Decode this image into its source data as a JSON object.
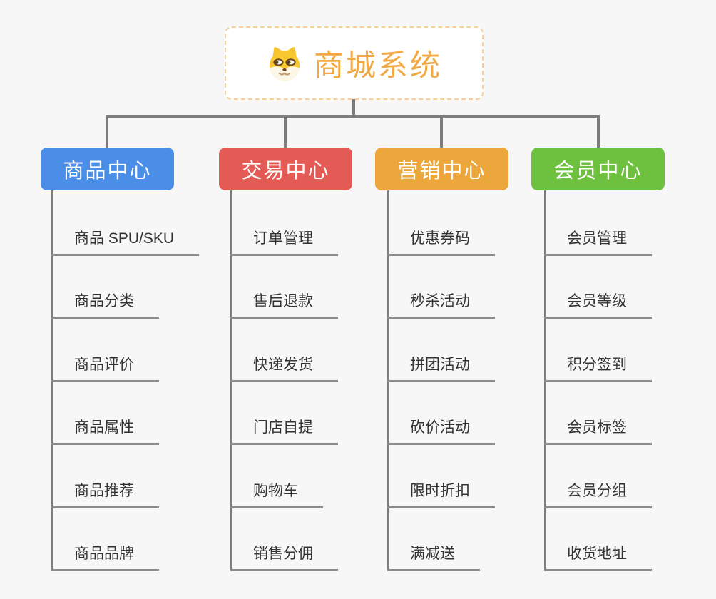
{
  "root": {
    "title": "商城系统",
    "icon": "dog-face",
    "title_color": "#f2a843",
    "border_color": "#f6d098"
  },
  "colors": {
    "canvas_bg": "#f7f7f7",
    "connector": "#7d7d7d",
    "underline": "#8b8b8b",
    "leaf_text": "#333333"
  },
  "branches": [
    {
      "label": "商品中心",
      "color": "#4a8ee8",
      "items": [
        "商品 SPU/SKU",
        "商品分类",
        "商品评价",
        "商品属性",
        "商品推荐",
        "商品品牌"
      ]
    },
    {
      "label": "交易中心",
      "color": "#e45b56",
      "items": [
        "订单管理",
        "售后退款",
        "快递发货",
        "门店自提",
        "购物车",
        "销售分佣"
      ]
    },
    {
      "label": "营销中心",
      "color": "#eba73c",
      "items": [
        "优惠券码",
        "秒杀活动",
        "拼团活动",
        "砍价活动",
        "限时折扣",
        "满减送"
      ]
    },
    {
      "label": "会员中心",
      "color": "#6ec13e",
      "items": [
        "会员管理",
        "会员等级",
        "积分签到",
        "会员标签",
        "会员分组",
        "收货地址"
      ]
    }
  ]
}
